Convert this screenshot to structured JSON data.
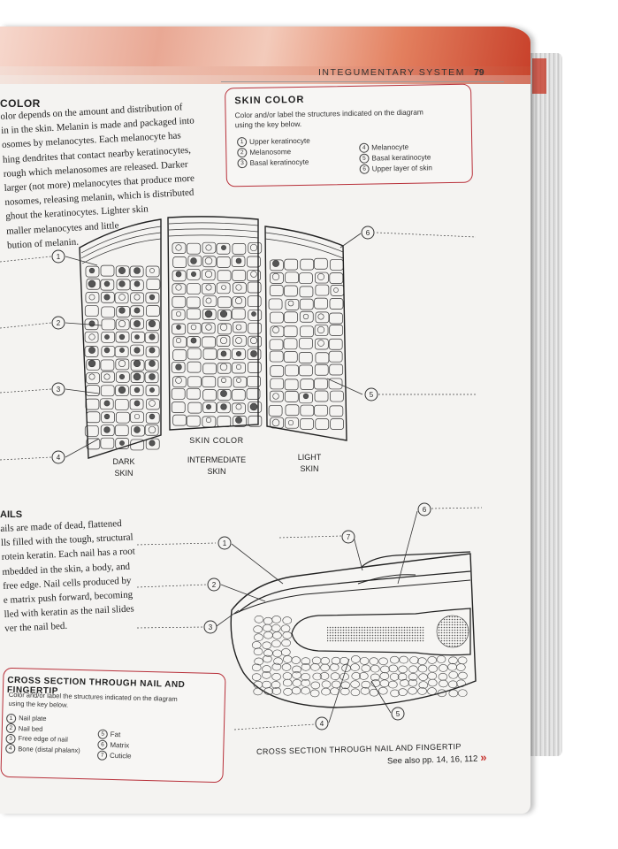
{
  "header": {
    "section": "INTEGUMENTARY SYSTEM",
    "page_number": "79"
  },
  "skin_color_text": {
    "heading": "COLOR",
    "lines": [
      "olor depends on the amount and distribution of",
      "in in the skin. Melanin is made and packaged into",
      "osomes by melanocytes. Each melanocyte has",
      "hing dendrites that contact nearby keratinocytes,",
      "rough which melanosomes are released. Darker",
      "larger (not more) melanocytes that produce more",
      "nosomes, releasing melanin, which is distributed",
      "ghout the keratinocytes. Lighter skin",
      "maller melanocytes and little",
      "bution of melanin."
    ]
  },
  "skin_key": {
    "title": "SKIN COLOR",
    "instruction_1": "Color and/or label the structures indicated on the diagram",
    "instruction_2": "using the key below.",
    "items": [
      {
        "n": "1",
        "label": "Upper keratinocyte"
      },
      {
        "n": "2",
        "label": "Melanosome"
      },
      {
        "n": "3",
        "label": "Basal keratinocyte"
      },
      {
        "n": "4",
        "label": "Melanocyte"
      },
      {
        "n": "5",
        "label": "Basal keratinocyte"
      },
      {
        "n": "6",
        "label": "Upper layer of skin"
      }
    ]
  },
  "skin_diagram": {
    "caption": "SKIN COLOR",
    "dark_1": "DARK",
    "dark_2": "SKIN",
    "mid_1": "INTERMEDIATE",
    "mid_2": "SKIN",
    "light_1": "LIGHT",
    "light_2": "SKIN",
    "markers": [
      "1",
      "2",
      "3",
      "4",
      "5",
      "6"
    ]
  },
  "nails_text": {
    "heading": "AILS",
    "lines": [
      "ails are made of dead, flattened",
      "lls filled with the tough, structural",
      "rotein keratin. Each nail has a root",
      "mbedded in the skin, a body, and",
      "free edge. Nail cells produced by",
      "e matrix push forward, becoming",
      "lled with keratin as the nail slides",
      "ver the nail bed."
    ]
  },
  "nail_diagram": {
    "caption": "CROSS SECTION THROUGH NAIL AND FINGERTIP",
    "markers": [
      "1",
      "2",
      "3",
      "4",
      "5",
      "6",
      "7"
    ]
  },
  "nail_key": {
    "title": "CROSS SECTION THROUGH NAIL AND FINGERTIP",
    "instruction_1": "Color and/or label the structures indicated on the diagram",
    "instruction_2": "using the key below.",
    "items": [
      {
        "n": "1",
        "label": "Nail plate"
      },
      {
        "n": "2",
        "label": "Nail bed"
      },
      {
        "n": "3",
        "label": "Free edge of nail"
      },
      {
        "n": "4",
        "label": "Bone (distal phalanx)"
      },
      {
        "n": "5",
        "label": "Fat"
      },
      {
        "n": "6",
        "label": "Matrix"
      },
      {
        "n": "7",
        "label": "Cuticle"
      }
    ]
  },
  "see_also": "See also pp. 14, 16, 112",
  "colors": {
    "accent_red": "#b8303a",
    "banner": "#c8412b"
  }
}
